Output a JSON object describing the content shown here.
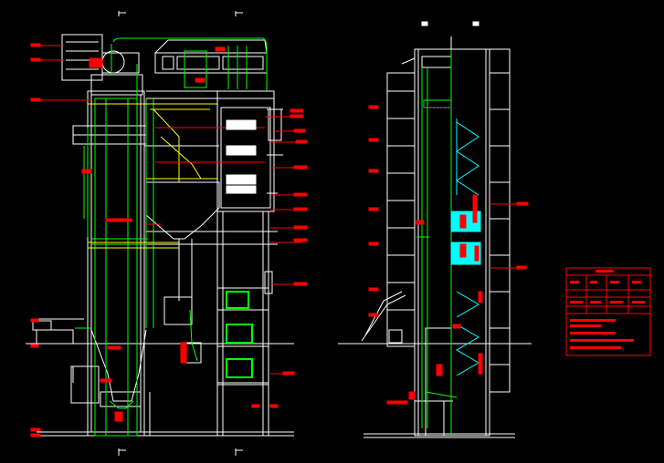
{
  "document": {
    "kind": "CAD boiler elevation drawing",
    "background": "#000000"
  },
  "colors": {
    "structure": "#ffffff",
    "piping": "#00ff00",
    "dimension": "#ff0000",
    "highlight": "#ffff00",
    "flue": "#00ffff",
    "magenta": "#ff00ff"
  },
  "views": [
    {
      "id": "front-elevation",
      "section_marks": [
        "",
        ""
      ]
    },
    {
      "id": "side-elevation",
      "section_marks": [
        "",
        ""
      ]
    }
  ],
  "legend_table": {
    "header": "",
    "rows": [
      "",
      "",
      "",
      ""
    ],
    "notes": [
      "",
      "",
      "",
      "",
      ""
    ]
  }
}
